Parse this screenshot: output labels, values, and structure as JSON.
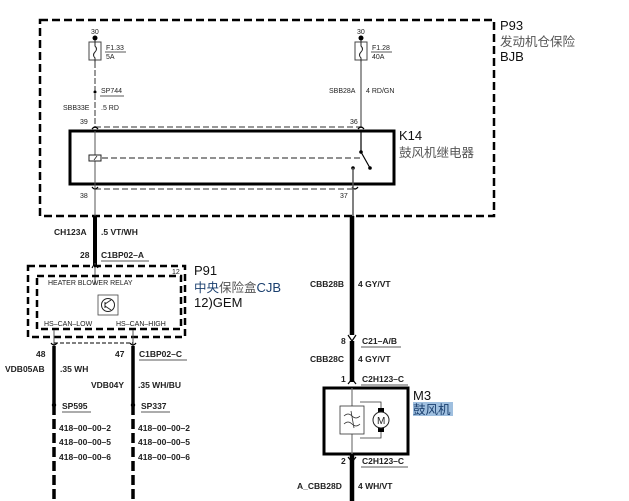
{
  "components": {
    "bjb": {
      "id": "P93",
      "name_cn": "发动机仓保险",
      "name2": "BJB"
    },
    "relay": {
      "id": "K14",
      "name_cn": "鼓风机继电器"
    },
    "cjb": {
      "id": "P91",
      "name_cn_a": "中央",
      "name_cn_b": "保险盒",
      "name_cn_c": "CJB",
      "name2": "12)GEM",
      "corner_pin": "12",
      "inner_title": "HEATER BLOWER RELAY",
      "pin_low": "HS–CAN–LOW",
      "pin_high": "HS–CAN–HIGH"
    },
    "motor": {
      "id": "M3",
      "name_cn": "鼓风机",
      "motor_symbol": "M"
    }
  },
  "fuses": [
    {
      "pin": "30",
      "name": "F1.33",
      "rating": "5A"
    },
    {
      "pin": "30",
      "name": "F1.28",
      "rating": "40A"
    }
  ],
  "wires": {
    "left_top": {
      "splice": "SP744",
      "circuit": "SBB33E",
      "spec": ".5 RD",
      "pin_in": "39",
      "pin_out": "38"
    },
    "right_top": {
      "circuit": "SBB28A",
      "spec": "4 RD/GN",
      "pin_in": "36",
      "pin_out": "37"
    },
    "ch123a": {
      "circuit": "CH123A",
      "spec": ".5 VT/WH",
      "pin": "28",
      "connector": "C1BP02–A"
    },
    "cbb28b": {
      "circuit": "CBB28B",
      "spec": "4 GY/VT"
    },
    "c21": {
      "pin": "8",
      "connector": "C21–A/B"
    },
    "cbb28c": {
      "circuit": "CBB28C",
      "spec": "4 GY/VT"
    },
    "motor_in": {
      "pin": "1",
      "connector": "C2H123–C"
    },
    "motor_out": {
      "pin": "2",
      "connector": "C2H123–C"
    },
    "cbb28d": {
      "circuit": "A_CBB28D",
      "spec": "4 WH/VT"
    },
    "vdb05ab": {
      "pin": "48",
      "circuit": "VDB05AB",
      "spec": ".35 WH",
      "splice": "SP595",
      "refs": [
        "418–00–00–2",
        "418–00–00–5",
        "418–00–00–6"
      ]
    },
    "vdb04y": {
      "pin": "47",
      "connector": "C1BP02–C",
      "circuit": "VDB04Y",
      "spec": ".35 WH/BU",
      "splice": "SP337",
      "refs": [
        "418–00–00–2",
        "418–00–00–5",
        "418–00–00–6"
      ]
    }
  },
  "colors": {
    "wire_thick": "#000000",
    "wire_thin": "#555555",
    "highlight": "#9fbfdf"
  }
}
